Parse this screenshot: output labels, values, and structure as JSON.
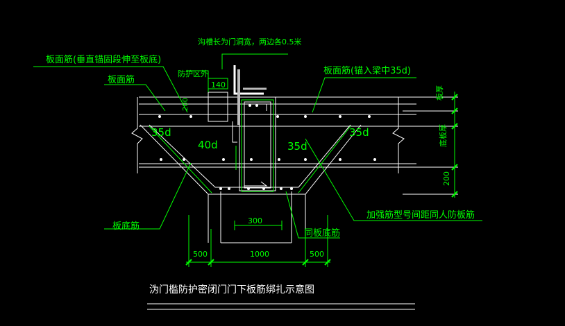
{
  "drawing": {
    "title": "沩门槛防护密闭门门下板筋绑扎示意图",
    "labels": {
      "top_note": "沟槽长为门洞宽，两边各0.5米",
      "board_face_vertical": "板面筋(垂直锚固段伸至板底)",
      "board_face_bar": "板面筋",
      "protection_outside": "防护区外",
      "board_face_anchor": "板面筋(锚入梁中35d)",
      "slab_bottom_bar": "板底筋",
      "reinforcing_bar_note": "加强筋型号间距同人防板筋",
      "same_bottom_bar": "同板底筋",
      "slab_thickness": "板厚",
      "slab_thickness_2": "底板厚"
    },
    "dimensions": {
      "d140": "140",
      "d200_left": "200",
      "d35d_left": "35d",
      "d40d": "40d",
      "d35d_mid": "35d",
      "d35d_right": "35d",
      "d200_right": "200",
      "d300": "300",
      "d500_left": "500",
      "d1000": "1000",
      "d500_right": "500"
    },
    "colors": {
      "background": "#000000",
      "line": "#ffffff",
      "text": "#00ff00",
      "dimension": "#00ff00",
      "annotation": "#00ff00"
    }
  }
}
